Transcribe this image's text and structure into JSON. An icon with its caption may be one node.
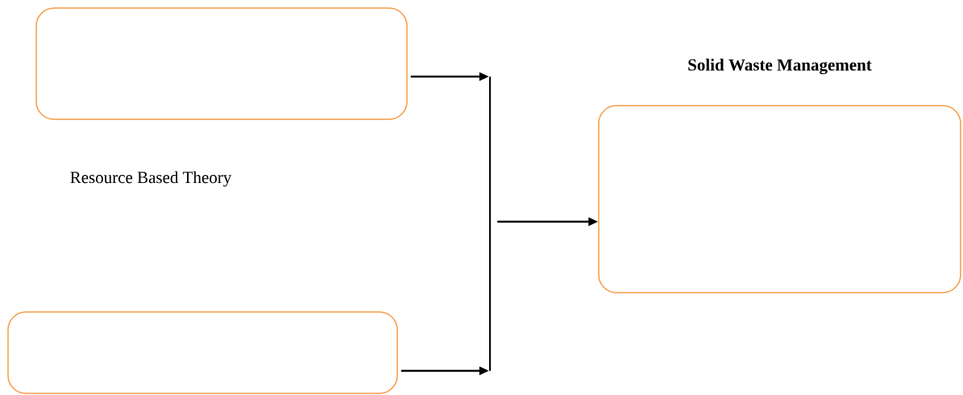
{
  "diagram": {
    "nodes": [
      {
        "text": [],
        "shape": "box"
      },
      {
        "text": [],
        "shape": "box"
      },
      {
        "text": [
          "Solid Waste Management"
        ]
      },
      {
        "text": [],
        "shape": "bar"
      }
    ],
    "edges": [
      {
        "from": 0,
        "to": 3,
        "arrow": "to"
      },
      {
        "from": 1,
        "to": 3,
        "arrow": "to"
      },
      {
        "from": 3,
        "to": 2,
        "arrow": "to"
      }
    ],
    "labels": [
      "Resource Based Theory"
    ]
  }
}
